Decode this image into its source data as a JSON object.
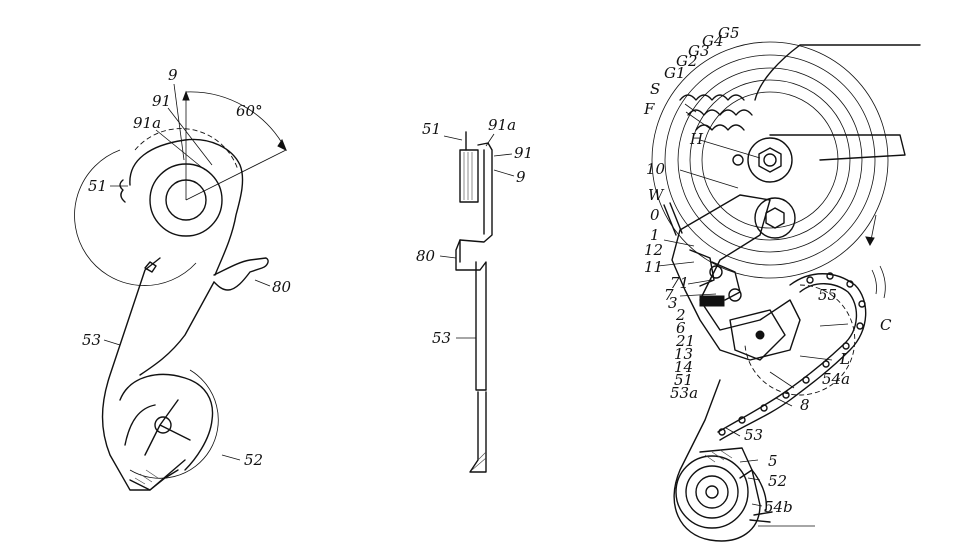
{
  "figure_left": {
    "labels": {
      "angle": "60°",
      "l9": "9",
      "l91": "91",
      "l91a": "91a",
      "l51": "51",
      "l80": "80",
      "l53": "53",
      "l52": "52"
    }
  },
  "figure_middle": {
    "labels": {
      "l51": "51",
      "l91a": "91a",
      "l91": "91",
      "l9": "9",
      "l80": "80",
      "l53": "53"
    }
  },
  "figure_right": {
    "labels": {
      "G5": "G5",
      "G4": "G4",
      "G3": "G3",
      "G2": "G2",
      "G1": "G1",
      "S": "S",
      "F": "F",
      "H": "H",
      "l10": "10",
      "W": "W",
      "O": "0",
      "l1": "1",
      "l12": "12",
      "l11": "11",
      "l71": "71",
      "l7": "7",
      "l3": "3",
      "l2": "2",
      "l6": "6",
      "l21": "21",
      "l13": "13",
      "l14": "14",
      "l51": "51",
      "l53a": "53a",
      "l55": "55",
      "C": "C",
      "L": "L",
      "l54a": "54a",
      "l8": "8",
      "l53": "53",
      "l5": "5",
      "l52": "52",
      "l54b": "54b"
    }
  }
}
